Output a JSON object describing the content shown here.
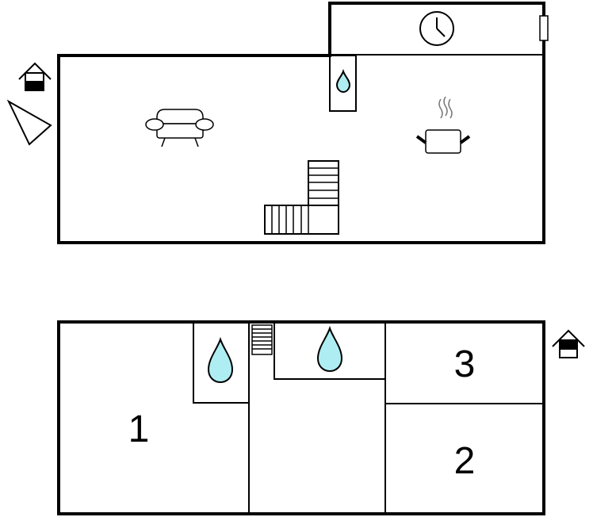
{
  "floors": {
    "upper": {
      "icons": [
        "entrance-icon",
        "compass-icon",
        "sofa-icon",
        "cooking-pot-icon",
        "clock-icon",
        "shower-drop-icon",
        "staircase-icon",
        "radiator-icon"
      ]
    },
    "lower": {
      "rooms": [
        {
          "label": "1"
        },
        {
          "label": "2"
        },
        {
          "label": "3"
        }
      ],
      "icons": [
        "entrance-icon",
        "shower-drop-icon",
        "shower-drop-icon",
        "staircase-icon"
      ]
    }
  },
  "colors": {
    "wall": "#000000",
    "water": "#aeeef2",
    "background": "#ffffff"
  }
}
